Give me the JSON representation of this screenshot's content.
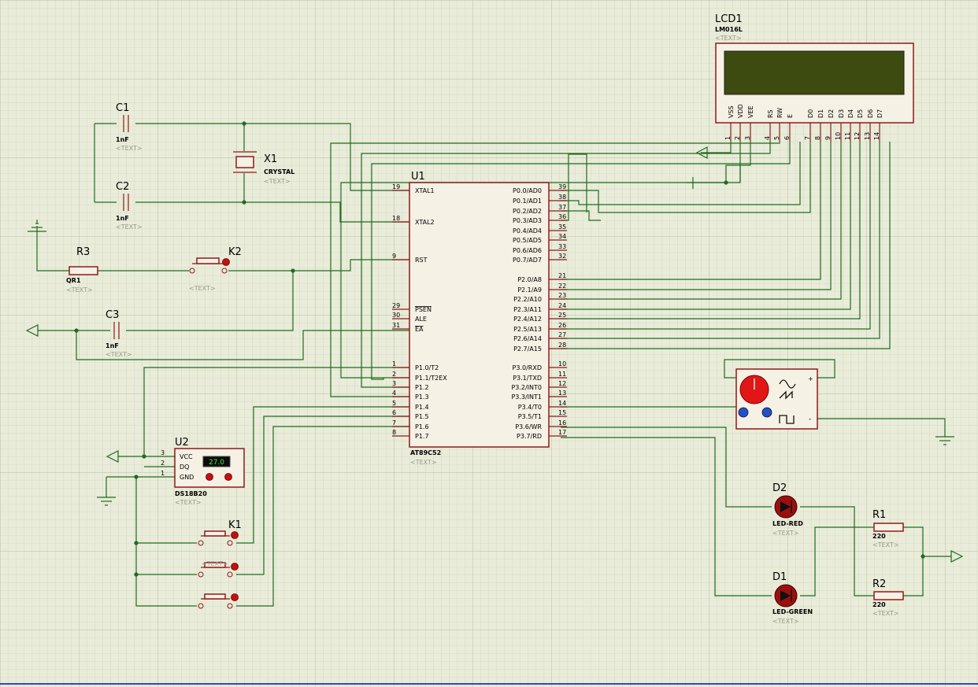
{
  "lcd": {
    "ref": "LCD1",
    "model": "LM016L",
    "text": "<TEXT>",
    "pin_labels": [
      "VSS",
      "VDD",
      "VEE",
      "RS",
      "RW",
      "E",
      "D0",
      "D1",
      "D2",
      "D3",
      "D4",
      "D5",
      "D6",
      "D7"
    ],
    "pin_numbers": [
      "1",
      "2",
      "3",
      "4",
      "5",
      "6",
      "7",
      "8",
      "9",
      "10",
      "11",
      "12",
      "13",
      "14"
    ]
  },
  "mcu": {
    "ref": "U1",
    "model": "AT89C52",
    "text": "<TEXT>",
    "left_pins": [
      {
        "n": "19",
        "l": "XTAL1"
      },
      {
        "n": "18",
        "l": "XTAL2"
      },
      {
        "n": "9",
        "l": "RST"
      },
      {
        "n": "29",
        "l": "PSEN"
      },
      {
        "n": "30",
        "l": "ALE"
      },
      {
        "n": "31",
        "l": "EA"
      },
      {
        "n": "1",
        "l": "P1.0/T2"
      },
      {
        "n": "2",
        "l": "P1.1/T2EX"
      },
      {
        "n": "3",
        "l": "P1.2"
      },
      {
        "n": "4",
        "l": "P1.3"
      },
      {
        "n": "5",
        "l": "P1.4"
      },
      {
        "n": "6",
        "l": "P1.5"
      },
      {
        "n": "7",
        "l": "P1.6"
      },
      {
        "n": "8",
        "l": "P1.7"
      }
    ],
    "right_pins": [
      {
        "n": "39",
        "l": "P0.0/AD0"
      },
      {
        "n": "38",
        "l": "P0.1/AD1"
      },
      {
        "n": "37",
        "l": "P0.2/AD2"
      },
      {
        "n": "36",
        "l": "P0.3/AD3"
      },
      {
        "n": "35",
        "l": "P0.4/AD4"
      },
      {
        "n": "34",
        "l": "P0.5/AD5"
      },
      {
        "n": "33",
        "l": "P0.6/AD6"
      },
      {
        "n": "32",
        "l": "P0.7/AD7"
      },
      {
        "n": "21",
        "l": "P2.0/A8"
      },
      {
        "n": "22",
        "l": "P2.1/A9"
      },
      {
        "n": "23",
        "l": "P2.2/A10"
      },
      {
        "n": "24",
        "l": "P2.3/A11"
      },
      {
        "n": "25",
        "l": "P2.4/A12"
      },
      {
        "n": "26",
        "l": "P2.5/A13"
      },
      {
        "n": "27",
        "l": "P2.6/A14"
      },
      {
        "n": "28",
        "l": "P2.7/A15"
      },
      {
        "n": "10",
        "l": "P3.0/RXD"
      },
      {
        "n": "11",
        "l": "P3.1/TXD"
      },
      {
        "n": "12",
        "l": "P3.2/INT0"
      },
      {
        "n": "13",
        "l": "P3.3/INT1"
      },
      {
        "n": "14",
        "l": "P3.4/T0"
      },
      {
        "n": "15",
        "l": "P3.5/T1"
      },
      {
        "n": "16",
        "l": "P3.6/WR"
      },
      {
        "n": "17",
        "l": "P3.7/RD"
      }
    ]
  },
  "c1": {
    "ref": "C1",
    "value": "1nF",
    "text": "<TEXT>"
  },
  "c2": {
    "ref": "C2",
    "value": "1nF",
    "text": "<TEXT>"
  },
  "c3": {
    "ref": "C3",
    "value": "1nF",
    "text": "<TEXT>"
  },
  "x1": {
    "ref": "X1",
    "value": "CRYSTAL",
    "text": "<TEXT>"
  },
  "r3": {
    "ref": "R3",
    "value": "QR1",
    "text": "<TEXT>"
  },
  "k2": {
    "ref": "K2",
    "text": "<TEXT>"
  },
  "k1": {
    "ref": "K1",
    "text": "<TEXT>"
  },
  "u2": {
    "ref": "U2",
    "model": "DS18B20",
    "text": "<TEXT>",
    "display": "27.0",
    "pins": [
      {
        "n": "3",
        "l": "VCC"
      },
      {
        "n": "2",
        "l": "DQ"
      },
      {
        "n": "1",
        "l": "GND"
      }
    ]
  },
  "d1": {
    "ref": "D1",
    "value": "LED-GREEN",
    "text": "<TEXT>"
  },
  "d2": {
    "ref": "D2",
    "value": "LED-RED",
    "text": "<TEXT>"
  },
  "r1": {
    "ref": "R1",
    "value": "220",
    "text": "<TEXT>"
  },
  "r2": {
    "ref": "R2",
    "value": "220",
    "text": "<TEXT>"
  },
  "generator": {
    "plus": "+",
    "minus": "-"
  },
  "colors": {
    "grid_bg": "#e9ecd9",
    "grid_line": "#c9ccb4",
    "grid_major": "#b8bba3",
    "wire": "#1f6b1f",
    "body": "#8f1a1a",
    "lcd_screen": "#3d4a10"
  }
}
